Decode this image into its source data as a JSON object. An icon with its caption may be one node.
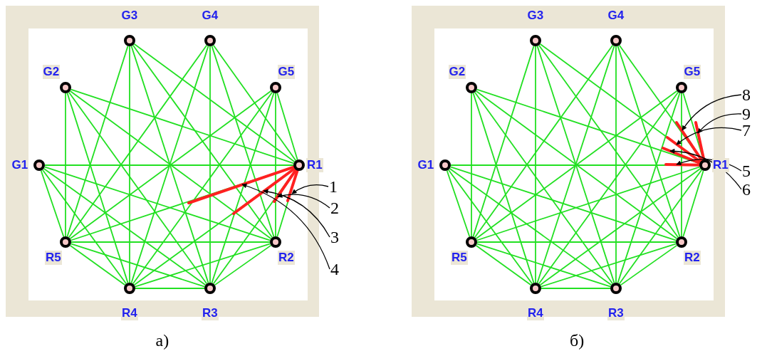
{
  "diagram": {
    "nodes": [
      {
        "text": [
          "G1"
        ]
      },
      {
        "text": [
          "G2"
        ]
      },
      {
        "text": [
          "G3"
        ]
      },
      {
        "text": [
          "G4"
        ]
      },
      {
        "text": [
          "G5"
        ]
      },
      {
        "text": [
          "R1"
        ]
      },
      {
        "text": [
          "R2"
        ]
      },
      {
        "text": [
          "R3"
        ]
      },
      {
        "text": [
          "R4"
        ]
      },
      {
        "text": [
          "R5"
        ]
      },
      {
        "text": [
          "1"
        ]
      },
      {
        "text": [
          "2"
        ]
      },
      {
        "text": [
          "3"
        ]
      },
      {
        "text": [
          "4"
        ]
      },
      {
        "text": [
          "G1"
        ]
      },
      {
        "text": [
          "G2"
        ]
      },
      {
        "text": [
          "G3"
        ]
      },
      {
        "text": [
          "G4"
        ]
      },
      {
        "text": [
          "G5"
        ]
      },
      {
        "text": [
          "R1"
        ]
      },
      {
        "text": [
          "R2"
        ]
      },
      {
        "text": [
          "R3"
        ]
      },
      {
        "text": [
          "R4"
        ]
      },
      {
        "text": [
          "R5"
        ]
      },
      {
        "text": [
          "8"
        ]
      },
      {
        "text": [
          "9"
        ]
      },
      {
        "text": [
          "7"
        ]
      },
      {
        "text": [
          "5"
        ]
      },
      {
        "text": [
          "6"
        ]
      }
    ],
    "edges": [
      {
        "from": 0,
        "to": 5,
        "arrow": "none"
      },
      {
        "from": 0,
        "to": 6,
        "arrow": "none"
      },
      {
        "from": 0,
        "to": 7,
        "arrow": "none"
      },
      {
        "from": 0,
        "to": 8,
        "arrow": "none"
      },
      {
        "from": 0,
        "to": 9,
        "arrow": "none"
      },
      {
        "from": 1,
        "to": 5,
        "arrow": "none"
      },
      {
        "from": 1,
        "to": 6,
        "arrow": "none"
      },
      {
        "from": 1,
        "to": 7,
        "arrow": "none"
      },
      {
        "from": 1,
        "to": 8,
        "arrow": "none"
      },
      {
        "from": 1,
        "to": 9,
        "arrow": "none"
      },
      {
        "from": 2,
        "to": 5,
        "arrow": "none"
      },
      {
        "from": 2,
        "to": 6,
        "arrow": "none"
      },
      {
        "from": 2,
        "to": 7,
        "arrow": "none"
      },
      {
        "from": 2,
        "to": 8,
        "arrow": "none"
      },
      {
        "from": 2,
        "to": 9,
        "arrow": "none"
      },
      {
        "from": 3,
        "to": 5,
        "arrow": "none"
      },
      {
        "from": 3,
        "to": 6,
        "arrow": "none"
      },
      {
        "from": 3,
        "to": 7,
        "arrow": "none"
      },
      {
        "from": 3,
        "to": 8,
        "arrow": "none"
      },
      {
        "from": 3,
        "to": 9,
        "arrow": "none"
      },
      {
        "from": 4,
        "to": 5,
        "arrow": "none"
      },
      {
        "from": 4,
        "to": 6,
        "arrow": "none"
      },
      {
        "from": 4,
        "to": 7,
        "arrow": "none"
      },
      {
        "from": 4,
        "to": 8,
        "arrow": "none"
      },
      {
        "from": 4,
        "to": 9,
        "arrow": "none"
      },
      {
        "from": 5,
        "to": 6,
        "arrow": "none"
      },
      {
        "from": 5,
        "to": 7,
        "arrow": "none"
      },
      {
        "from": 5,
        "to": 8,
        "arrow": "none"
      },
      {
        "from": 5,
        "to": 9,
        "arrow": "none"
      },
      {
        "from": 6,
        "to": 7,
        "arrow": "none"
      },
      {
        "from": 6,
        "to": 8,
        "arrow": "none"
      },
      {
        "from": 6,
        "to": 9,
        "arrow": "none"
      },
      {
        "from": 7,
        "to": 8,
        "arrow": "none"
      },
      {
        "from": 7,
        "to": 9,
        "arrow": "none"
      },
      {
        "from": 8,
        "to": 9,
        "arrow": "none"
      },
      {
        "from": 5,
        "to": null,
        "arrow": "none",
        "style": "thick",
        "color": "#ff2020"
      },
      {
        "from": 5,
        "to": null,
        "arrow": "none",
        "style": "thick",
        "color": "#ff2020"
      },
      {
        "from": 5,
        "to": null,
        "arrow": "none",
        "style": "thick",
        "color": "#ff2020"
      },
      {
        "from": 5,
        "to": null,
        "arrow": "none",
        "style": "thick",
        "color": "#ff2020"
      },
      {
        "from": 10,
        "to": null,
        "arrow": "to",
        "color": "#000000"
      },
      {
        "from": 11,
        "to": null,
        "arrow": "to",
        "color": "#000000"
      },
      {
        "from": 12,
        "to": null,
        "arrow": "to",
        "color": "#000000"
      },
      {
        "from": 13,
        "to": null,
        "arrow": "to",
        "color": "#000000"
      },
      {
        "from": 14,
        "to": 19,
        "arrow": "none"
      },
      {
        "from": 14,
        "to": 20,
        "arrow": "none"
      },
      {
        "from": 14,
        "to": 21,
        "arrow": "none"
      },
      {
        "from": 14,
        "to": 22,
        "arrow": "none"
      },
      {
        "from": 14,
        "to": 23,
        "arrow": "none"
      },
      {
        "from": 15,
        "to": 19,
        "arrow": "none"
      },
      {
        "from": 15,
        "to": 20,
        "arrow": "none"
      },
      {
        "from": 15,
        "to": 21,
        "arrow": "none"
      },
      {
        "from": 15,
        "to": 22,
        "arrow": "none"
      },
      {
        "from": 15,
        "to": 23,
        "arrow": "none"
      },
      {
        "from": 16,
        "to": 19,
        "arrow": "none"
      },
      {
        "from": 16,
        "to": 20,
        "arrow": "none"
      },
      {
        "from": 16,
        "to": 21,
        "arrow": "none"
      },
      {
        "from": 16,
        "to": 22,
        "arrow": "none"
      },
      {
        "from": 16,
        "to": 23,
        "arrow": "none"
      },
      {
        "from": 17,
        "to": 19,
        "arrow": "none"
      },
      {
        "from": 17,
        "to": 20,
        "arrow": "none"
      },
      {
        "from": 17,
        "to": 21,
        "arrow": "none"
      },
      {
        "from": 17,
        "to": 22,
        "arrow": "none"
      },
      {
        "from": 17,
        "to": 23,
        "arrow": "none"
      },
      {
        "from": 18,
        "to": 19,
        "arrow": "none"
      },
      {
        "from": 18,
        "to": 20,
        "arrow": "none"
      },
      {
        "from": 18,
        "to": 21,
        "arrow": "none"
      },
      {
        "from": 18,
        "to": 22,
        "arrow": "none"
      },
      {
        "from": 18,
        "to": 23,
        "arrow": "none"
      },
      {
        "from": 19,
        "to": 20,
        "arrow": "none"
      },
      {
        "from": 19,
        "to": 21,
        "arrow": "none"
      },
      {
        "from": 19,
        "to": 22,
        "arrow": "none"
      },
      {
        "from": 19,
        "to": 23,
        "arrow": "none"
      },
      {
        "from": 20,
        "to": 21,
        "arrow": "none"
      },
      {
        "from": 20,
        "to": 22,
        "arrow": "none"
      },
      {
        "from": 20,
        "to": 23,
        "arrow": "none"
      },
      {
        "from": 21,
        "to": 22,
        "arrow": "none"
      },
      {
        "from": 21,
        "to": 23,
        "arrow": "none"
      },
      {
        "from": 22,
        "to": 23,
        "arrow": "none"
      },
      {
        "from": 19,
        "to": null,
        "arrow": "none",
        "style": "thick",
        "color": "#ff2020"
      },
      {
        "from": 19,
        "to": null,
        "arrow": "none",
        "style": "thick",
        "color": "#ff2020"
      },
      {
        "from": 19,
        "to": null,
        "arrow": "none",
        "style": "thick",
        "color": "#ff2020"
      },
      {
        "from": 19,
        "to": null,
        "arrow": "none",
        "style": "thick",
        "color": "#ff2020"
      },
      {
        "from": 19,
        "to": null,
        "arrow": "none",
        "style": "thick",
        "color": "#ff2020"
      },
      {
        "from": 24,
        "to": null,
        "arrow": "to",
        "color": "#000000"
      },
      {
        "from": 25,
        "to": null,
        "arrow": "to",
        "color": "#000000"
      },
      {
        "from": 26,
        "to": null,
        "arrow": "to",
        "color": "#000000"
      },
      {
        "from": 27,
        "to": null,
        "arrow": "to",
        "color": "#000000"
      },
      {
        "from": 28,
        "to": null,
        "arrow": "to",
        "color": "#000000"
      }
    ],
    "labels": [
      "а)",
      "б)"
    ]
  }
}
